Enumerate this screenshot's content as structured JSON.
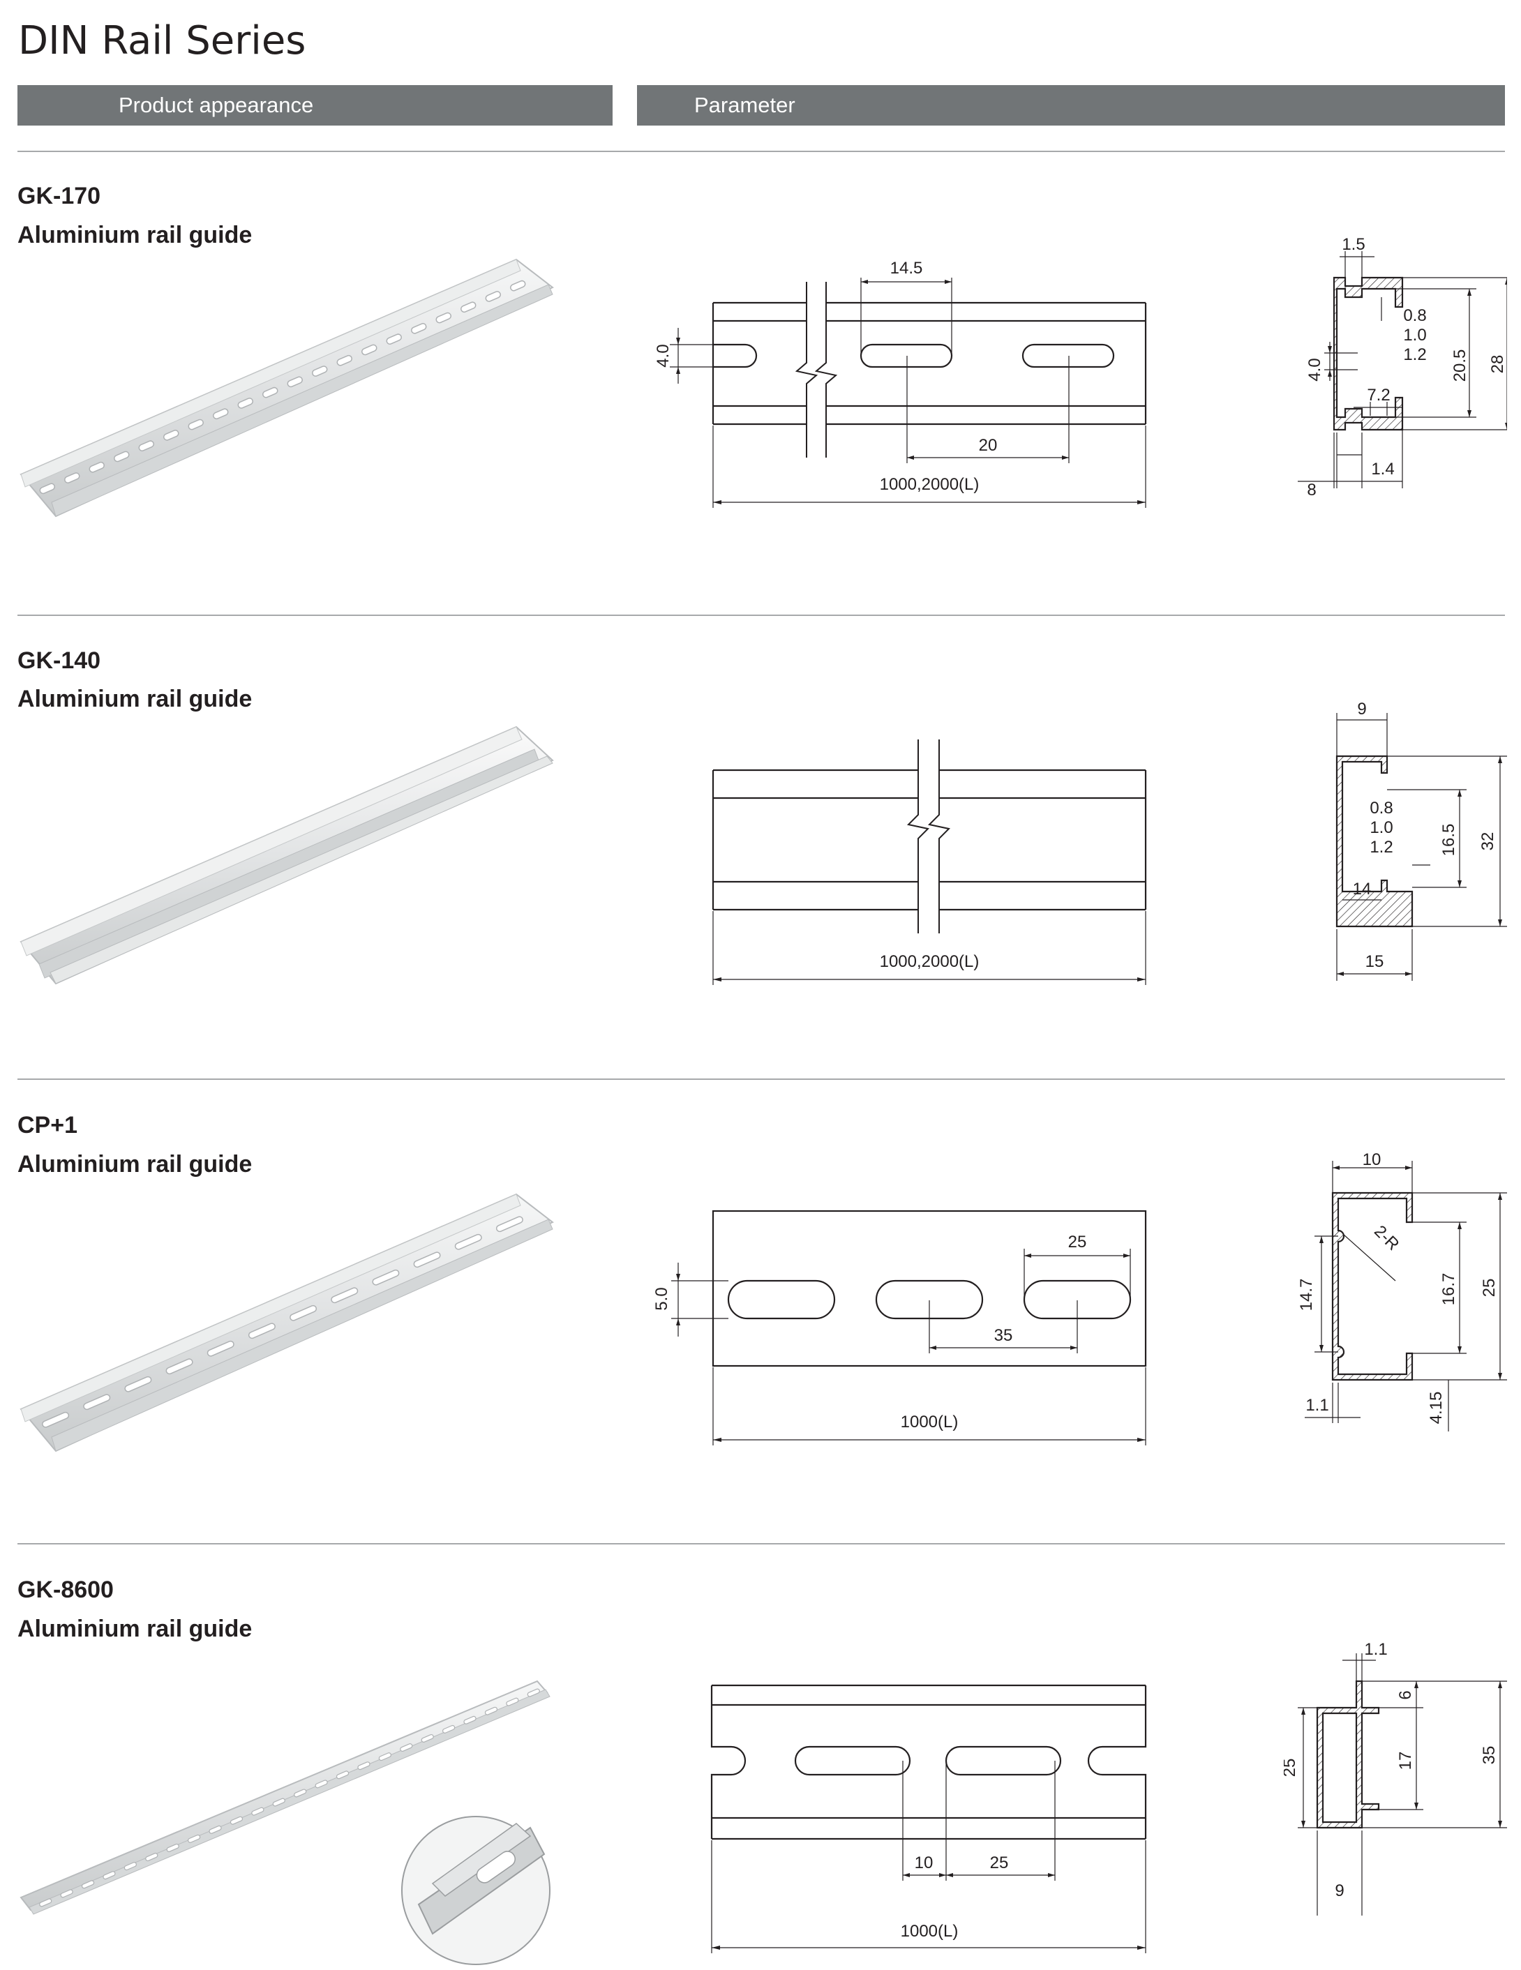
{
  "page": {
    "title": "DIN Rail Series"
  },
  "headers": {
    "appearance": "Product appearance",
    "parameter": "Parameter"
  },
  "products": [
    {
      "code": "GK-170",
      "desc": "Aluminium rail guide",
      "front": {
        "slot_pitch": "20",
        "slot_length": "14.5",
        "slot_width": "4.0",
        "length": "1000,2000(L)"
      },
      "section": {
        "top": "1.5",
        "thickness_1": "0.8",
        "thickness_2": "1.0",
        "thickness_3": "1.2",
        "inner": "20.5",
        "height": "28",
        "slot": "4.0",
        "lip": "7.2",
        "depth": "8",
        "wall": "1.4"
      }
    },
    {
      "code": "GK-140",
      "desc": "Aluminium rail guide",
      "front": {
        "length": "1000,2000(L)"
      },
      "section": {
        "top": "9",
        "thickness_1": "0.8",
        "thickness_2": "1.0",
        "thickness_3": "1.2",
        "inner": "16.5",
        "height": "32",
        "lip": "14",
        "width": "15"
      }
    },
    {
      "code": "CP+1",
      "desc": "Aluminium rail guide",
      "front": {
        "slot_length": "25",
        "slot_width": "5.0",
        "slot_pitch": "35",
        "length": "1000(L)"
      },
      "section": {
        "top": "10",
        "radius": "2-R",
        "left": "14.7",
        "inner": "16.7",
        "height": "25",
        "wall": "1.1",
        "lip": "4.15"
      }
    },
    {
      "code": "GK-8600",
      "desc": "Aluminium rail guide",
      "front": {
        "gap": "10",
        "slot_length": "25",
        "length": "1000(L)"
      },
      "section": {
        "wall": "1.1",
        "lip": "6",
        "inner": "17",
        "height": "35",
        "left": "25",
        "depth": "9"
      }
    }
  ]
}
